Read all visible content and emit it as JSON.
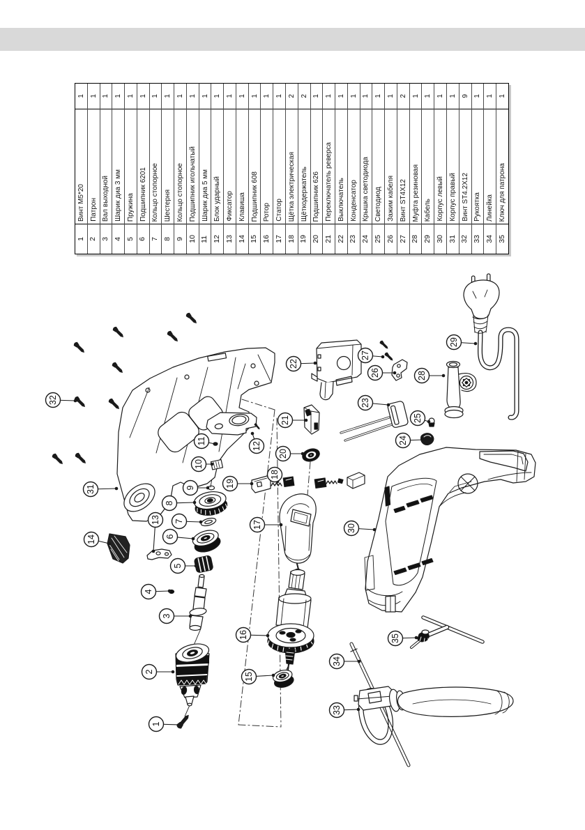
{
  "colors": {
    "accent_bar": "#d9d9d9",
    "ink": "#1a1a1a",
    "paper": "#ffffff"
  },
  "parts_table": {
    "parts": [
      {
        "num": "1",
        "name": "Винт M5*20",
        "qty": "1"
      },
      {
        "num": "2",
        "name": "Патрон",
        "qty": "1"
      },
      {
        "num": "3",
        "name": "Вал выходной",
        "qty": "1"
      },
      {
        "num": "4",
        "name": "Шарик диа 3 мм",
        "qty": "1"
      },
      {
        "num": "5",
        "name": "Пружина",
        "qty": "1"
      },
      {
        "num": "6",
        "name": "Подшипник 6201",
        "qty": "1"
      },
      {
        "num": "7",
        "name": "Кольцо стопорное",
        "qty": "1"
      },
      {
        "num": "8",
        "name": "Шестерня",
        "qty": "1"
      },
      {
        "num": "9",
        "name": "Кольцо стопорное",
        "qty": "1"
      },
      {
        "num": "10",
        "name": "Подшипник игольчатый",
        "qty": "1"
      },
      {
        "num": "11",
        "name": "Шарик диа 5 мм",
        "qty": "1"
      },
      {
        "num": "12",
        "name": "Блок ударный",
        "qty": "1"
      },
      {
        "num": "13",
        "name": "Фиксатор",
        "qty": "1"
      },
      {
        "num": "14",
        "name": "Клавиша",
        "qty": "1"
      },
      {
        "num": "15",
        "name": "Подшипник 608",
        "qty": "1"
      },
      {
        "num": "16",
        "name": "Ротор",
        "qty": "1"
      },
      {
        "num": "17",
        "name": "Статор",
        "qty": "1"
      },
      {
        "num": "18",
        "name": "Щётка электрическая",
        "qty": "2"
      },
      {
        "num": "19",
        "name": "Щёткодержатель",
        "qty": "2"
      },
      {
        "num": "20",
        "name": "Подшипник 626",
        "qty": "1"
      },
      {
        "num": "21",
        "name": "Переключатель реверса",
        "qty": "1"
      },
      {
        "num": "22",
        "name": "Выключатель",
        "qty": "1"
      },
      {
        "num": "23",
        "name": "Конденсатор",
        "qty": "1"
      },
      {
        "num": "24",
        "name": "Крышка светодиода",
        "qty": "1"
      },
      {
        "num": "25",
        "name": "Светодиод",
        "qty": "1"
      },
      {
        "num": "26",
        "name": "Зажим кабеля",
        "qty": "1"
      },
      {
        "num": "27",
        "name": "Винт ST4X12",
        "qty": "2"
      },
      {
        "num": "28",
        "name": "Муфта резиновая",
        "qty": "1"
      },
      {
        "num": "29",
        "name": "Кабель",
        "qty": "1"
      },
      {
        "num": "30",
        "name": "Корпус левый",
        "qty": "1"
      },
      {
        "num": "31",
        "name": "Корпус правый",
        "qty": "1"
      },
      {
        "num": "32",
        "name": "Винт ST4.2X12",
        "qty": "9"
      },
      {
        "num": "33",
        "name": "Рукоятка",
        "qty": "1"
      },
      {
        "num": "34",
        "name": "Линейка",
        "qty": "1"
      },
      {
        "num": "35",
        "name": "Ключ для патрона",
        "qty": "1"
      }
    ]
  }
}
